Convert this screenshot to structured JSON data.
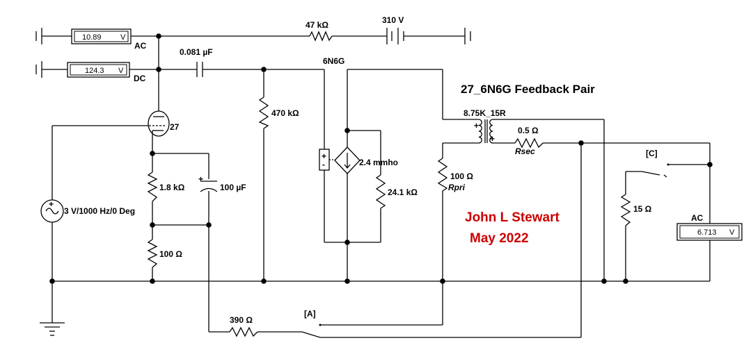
{
  "title": "27_6N6G Feedback Pair",
  "author": {
    "name": "John L Stewart",
    "date": "May 2022"
  },
  "meters": {
    "ac_top": {
      "value": "10.89",
      "unit": "V",
      "mode": "AC"
    },
    "dc": {
      "value": "124.3",
      "unit": "V",
      "mode": "DC"
    },
    "ac_out": {
      "value": "6.713",
      "unit": "V",
      "mode": "AC"
    }
  },
  "components": {
    "r_plate": "47 kΩ",
    "supply": "310 V",
    "c_coupling": "0.081 µF",
    "tube_out": "6N6G",
    "tube_in": "27",
    "r_grid": "470 kΩ",
    "transformer": "8.75K_15R",
    "r_sec_value": "0.5 Ω",
    "r_sec_name": "Rsec",
    "r_pri_value": "100 Ω",
    "r_pri_name": "Rpri",
    "gm_source": "2.4 mmho",
    "r_plate_internal": "24.1 kΩ",
    "r_cathode1": "1.8 kΩ",
    "c_bypass": "100 µF",
    "r_cathode2": "100 Ω",
    "source": "3 V/1000 Hz/0 Deg",
    "r_feedback": "390 Ω",
    "switch_a": "[A]",
    "switch_c": "[C]",
    "r_load": "15 Ω"
  }
}
